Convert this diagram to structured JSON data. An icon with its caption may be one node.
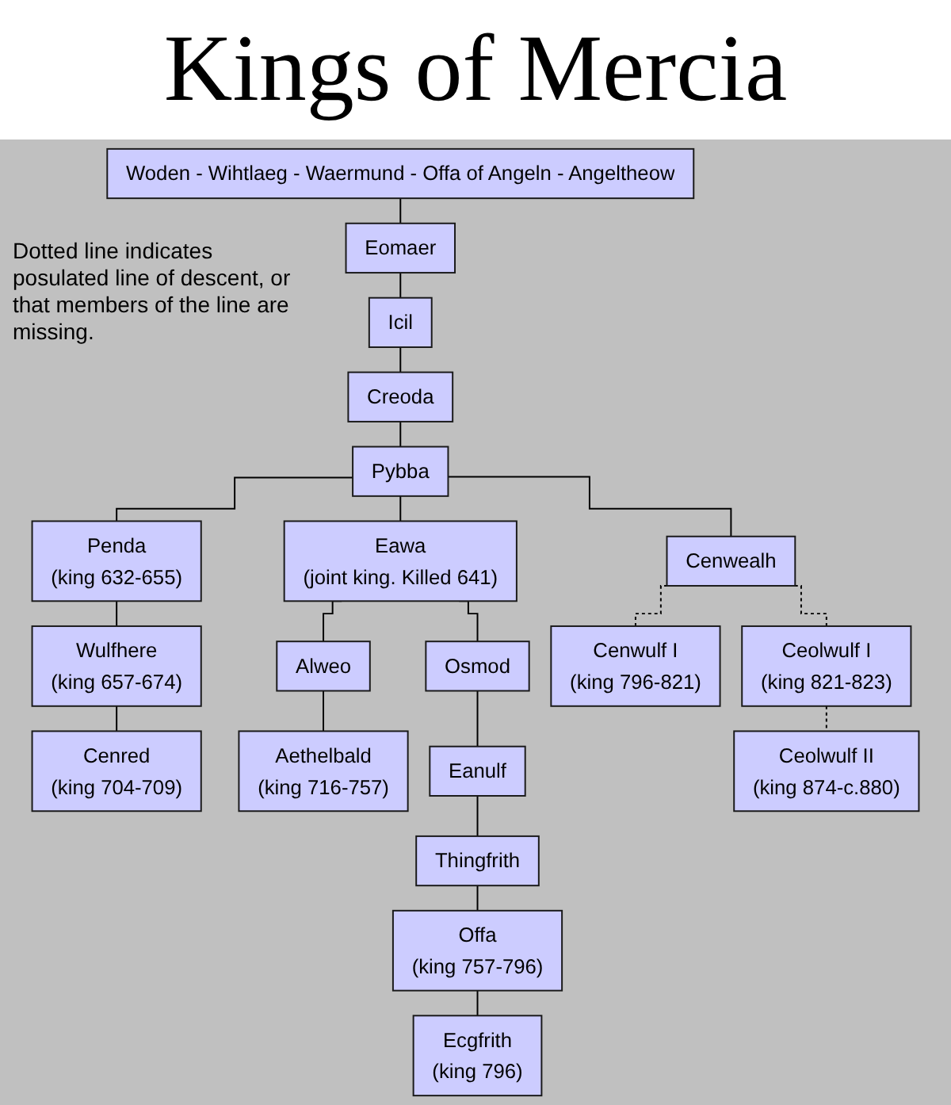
{
  "diagram": {
    "title": "Kings of Mercia",
    "nodes": [
      {
        "text": [
          "Woden - Wihtlaeg - Waermund - Offa of Angeln - Angeltheow"
        ]
      },
      {
        "text": [
          "Eomaer"
        ]
      },
      {
        "text": [
          "Icil"
        ]
      },
      {
        "text": [
          "Creoda"
        ]
      },
      {
        "text": [
          "Pybba"
        ]
      },
      {
        "text": [
          "Penda",
          "(king 632-655)"
        ]
      },
      {
        "text": [
          "Eawa",
          "(joint king. Killed 641)"
        ]
      },
      {
        "text": [
          "Cenwealh"
        ]
      },
      {
        "text": [
          "Wulfhere",
          "(king 657-674)"
        ]
      },
      {
        "text": [
          "Alweo"
        ]
      },
      {
        "text": [
          "Osmod"
        ]
      },
      {
        "text": [
          "Cenwulf I",
          "(king 796-821)"
        ]
      },
      {
        "text": [
          "Ceolwulf I",
          "(king 821-823)"
        ]
      },
      {
        "text": [
          "Cenred",
          "(king 704-709)"
        ]
      },
      {
        "text": [
          "Aethelbald",
          "(king 716-757)"
        ]
      },
      {
        "text": [
          "Eanulf"
        ]
      },
      {
        "text": [
          "Ceolwulf II",
          "(king 874-c.880)"
        ]
      },
      {
        "text": [
          "Thingfrith"
        ]
      },
      {
        "text": [
          "Offa",
          "(king 757-796)"
        ]
      },
      {
        "text": [
          "Ecgfrith",
          "(king 796)"
        ]
      }
    ],
    "edges": [
      {
        "from": 0,
        "to": 1,
        "arrow": "none"
      },
      {
        "from": 1,
        "to": 2,
        "arrow": "none"
      },
      {
        "from": 2,
        "to": 3,
        "arrow": "none"
      },
      {
        "from": 3,
        "to": 4,
        "arrow": "none"
      },
      {
        "from": 4,
        "to": 5,
        "arrow": "none"
      },
      {
        "from": 4,
        "to": 6,
        "arrow": "none"
      },
      {
        "from": 4,
        "to": 7,
        "arrow": "none"
      },
      {
        "from": 5,
        "to": 8,
        "arrow": "none"
      },
      {
        "from": 6,
        "to": 9,
        "arrow": "none"
      },
      {
        "from": 6,
        "to": 10,
        "arrow": "none"
      },
      {
        "from": 7,
        "to": 11,
        "arrow": "none",
        "style": "dashed"
      },
      {
        "from": 7,
        "to": 12,
        "arrow": "none",
        "style": "dashed"
      },
      {
        "from": 8,
        "to": 13,
        "arrow": "none"
      },
      {
        "from": 9,
        "to": 14,
        "arrow": "none"
      },
      {
        "from": 10,
        "to": 15,
        "arrow": "none"
      },
      {
        "from": 12,
        "to": 16,
        "arrow": "none",
        "style": "dashed"
      },
      {
        "from": 15,
        "to": 17,
        "arrow": "none"
      },
      {
        "from": 17,
        "to": 18,
        "arrow": "none"
      },
      {
        "from": 18,
        "to": 19,
        "arrow": "none"
      }
    ],
    "labels": [
      "Dotted line indicates posulated line of descent, or that members of the line are missing."
    ]
  }
}
